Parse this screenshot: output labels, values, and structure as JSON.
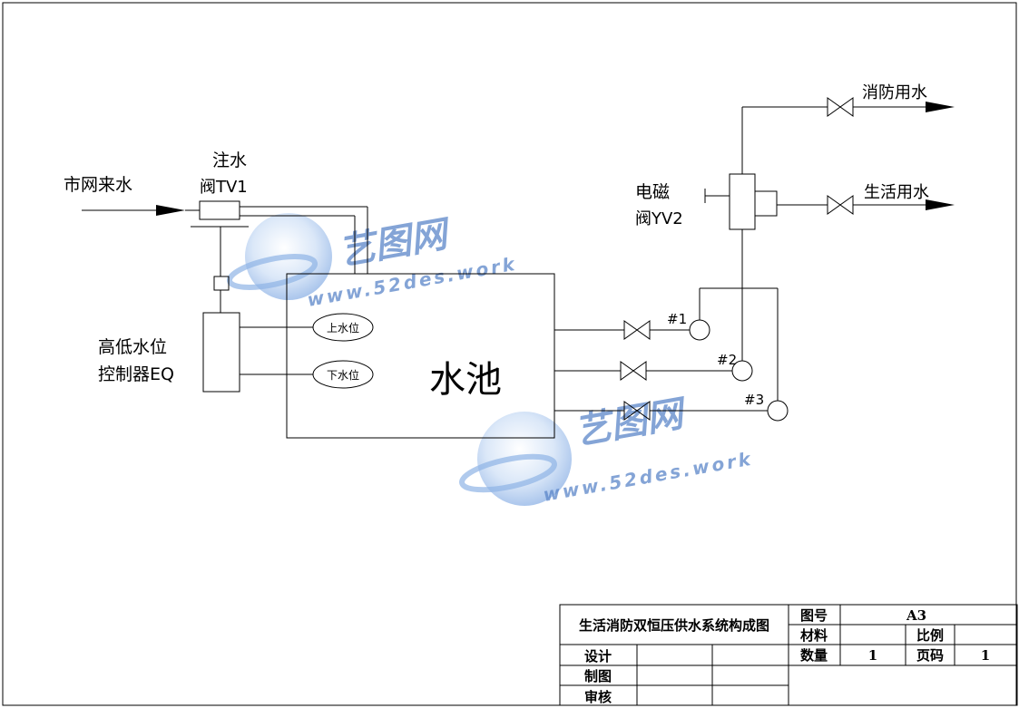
{
  "labels": {
    "municipal_water": "市网来水",
    "fill_valve_line1": "注水",
    "fill_valve_line2": "阀TV1",
    "controller_line1": "高低水位",
    "controller_line2": "控制器EQ",
    "upper_level": "上水位",
    "lower_level": "下水位",
    "tank": "水池",
    "solenoid_line1": "电磁",
    "solenoid_line2": "阀YV2",
    "fire_water": "消防用水",
    "domestic_water": "生活用水",
    "pump1": "#1",
    "pump2": "#2",
    "pump3": "#3"
  },
  "title_block": {
    "drawing_title": "生活消防双恒压供水系统构成图",
    "drawing_no_label": "图号",
    "drawing_no": "A3",
    "material_label": "材料",
    "scale_label": "比例",
    "quantity_label": "数量",
    "quantity": "1",
    "page_label": "页码",
    "page": "1",
    "design_label": "设计",
    "draft_label": "制图",
    "review_label": "审核"
  },
  "watermark": {
    "brand": "艺图网",
    "url": "www.52des.work",
    "color": "#5b86c9"
  }
}
